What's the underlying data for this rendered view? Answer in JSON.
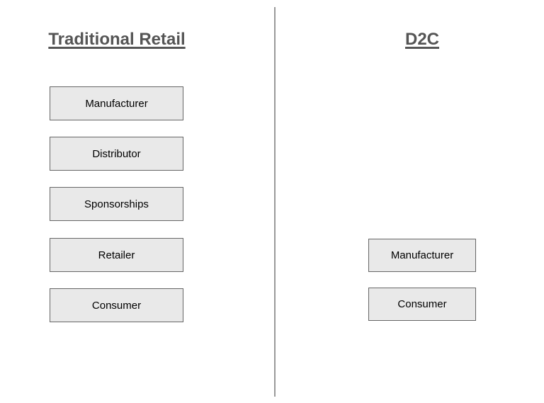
{
  "colors": {
    "background": "#ffffff",
    "heading_text": "#555555",
    "box_fill": "#e9e9e9",
    "box_border": "#666666",
    "box_text": "#000000",
    "divider": "#999999"
  },
  "left_column": {
    "title": "Traditional Retail",
    "boxes": [
      {
        "label": "Manufacturer"
      },
      {
        "label": "Distributor"
      },
      {
        "label": "Sponsorships"
      },
      {
        "label": "Retailer"
      },
      {
        "label": "Consumer"
      }
    ]
  },
  "right_column": {
    "title": "D2C",
    "boxes": [
      {
        "label": "Manufacturer"
      },
      {
        "label": "Consumer"
      }
    ]
  }
}
